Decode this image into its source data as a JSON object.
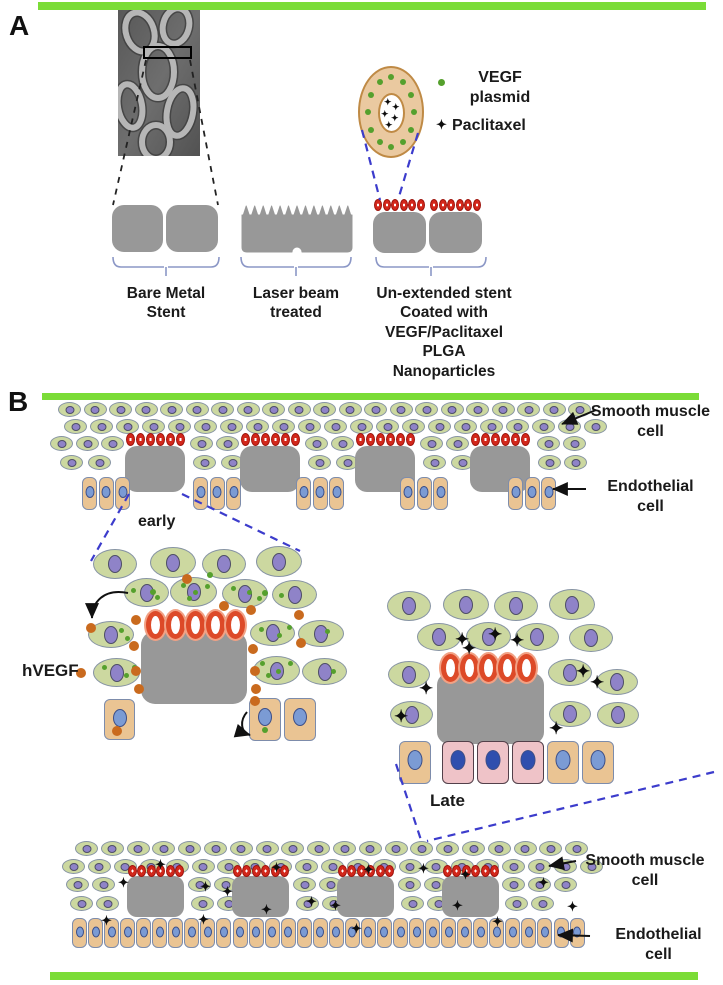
{
  "figure": {
    "panel_a_label": "A",
    "panel_b_label": "B",
    "legend": {
      "vegf": "VEGF\nplasmid",
      "paclitaxel": "Paclitaxel"
    },
    "stent_labels": {
      "bare": "Bare Metal\nStent",
      "laser": "Laser beam\ntreated",
      "coated": "Un-extended stent\nCoated with\nVEGF/Paclitaxel\nPLGA\nNanoparticles"
    },
    "annotations": {
      "smooth_muscle": "Smooth muscle\ncell",
      "endothelial": "Endothelial\ncell",
      "early": "early",
      "late": "Late",
      "hvegf": "hVEGF"
    },
    "icons": {
      "paclitaxel_star_glyph": "✦",
      "vegf_plasmid_dot": "green-dot",
      "nanoparticle": "plga-nanoparticle-ring",
      "sem_image": "stent-electron-micrograph"
    },
    "colors": {
      "green_bar": "#7bdc37",
      "smc_fill": "#ccd8a0",
      "smc_border": "#8794a3",
      "smc_nucleus": "#8f83c8",
      "smc_nucleus_border": "#4d4d66",
      "endo_fill": "#eac493",
      "endo_border": "#7d8cab",
      "endo_nucleus": "#7b9bd4",
      "endo_nucleus_border": "#3c4f88",
      "pink_fill": "#efc3c8",
      "pink_border": "#53404a",
      "pink_nucleus": "#2f4fae",
      "strut": "#989898",
      "np_red": "#d3271b",
      "np_red_dark": "#9e150e",
      "ring": "#dd4a28",
      "ring_halo": "#f2a184",
      "orange": "#c96a1e",
      "plasmid_green": "#55a02d",
      "blue_dash": "#3c3ccc",
      "brace": "#8b97c6",
      "shell": "#eac9a0",
      "shell_border": "#bf8a45",
      "text": "#1a1a1a"
    }
  }
}
